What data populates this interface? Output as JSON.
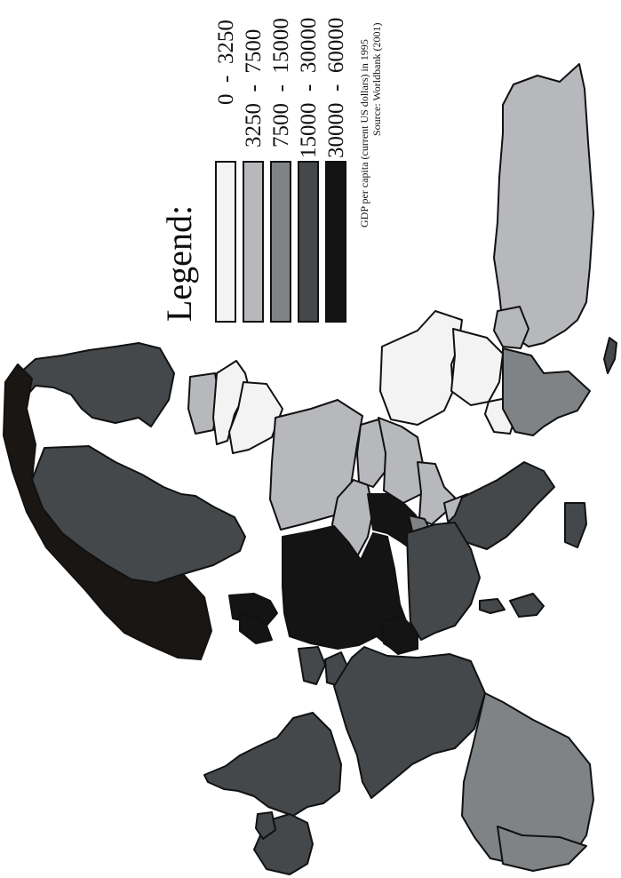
{
  "legend": {
    "title": "Legend:",
    "items": [
      {
        "label": "0  -  3250",
        "color": "#f3f3f3"
      },
      {
        "label": "3250  -  7500",
        "color": "#b7b8bc"
      },
      {
        "label": "7500  -  15000",
        "color": "#7f8386"
      },
      {
        "label": "15000  -  30000",
        "color": "#45484a"
      },
      {
        "label": "30000  -  60000",
        "color": "#141414"
      }
    ],
    "caption": "GDP per capita (current US dollars) in 1995",
    "source": "Source: Worldbank (2001)"
  }
}
